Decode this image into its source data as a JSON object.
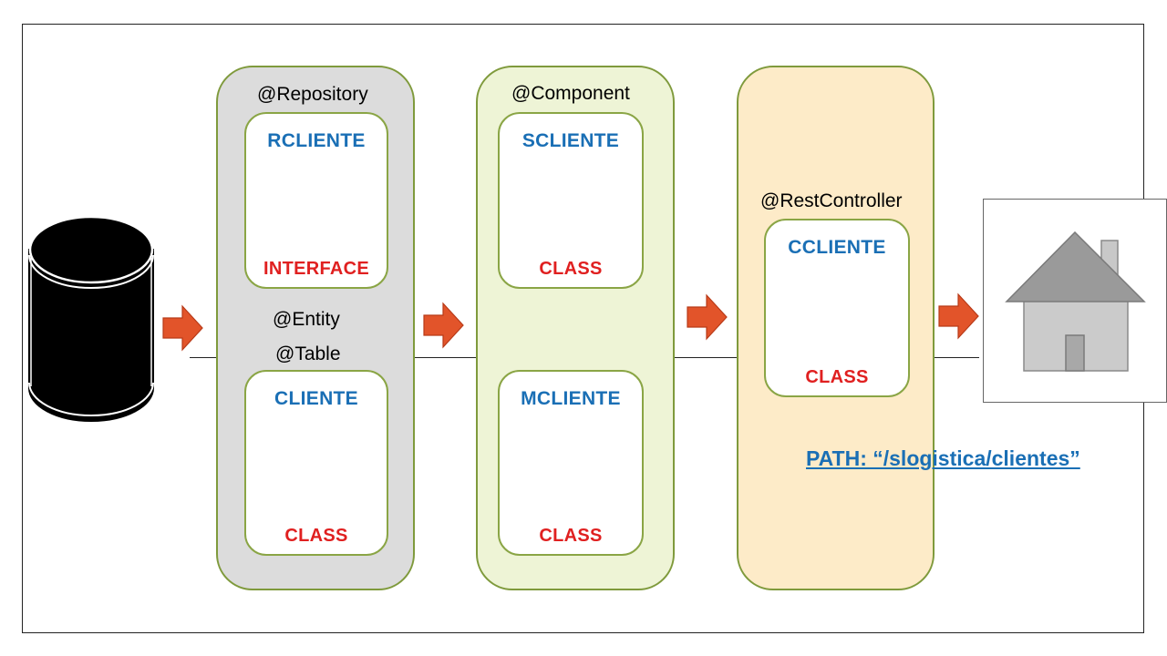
{
  "database": {
    "icon": "database-cylinder-icon"
  },
  "layers": [
    {
      "annotation": "@Repository",
      "annotation2": "@Entity",
      "annotation3": "@Table",
      "bg": "#dcdcdc",
      "cards": [
        {
          "name": "RCLIENTE",
          "type": "INTERFACE"
        },
        {
          "name": "CLIENTE",
          "type": "CLASS"
        }
      ]
    },
    {
      "annotation": "@Component",
      "bg": "#eef4d6",
      "cards": [
        {
          "name": "SCLIENTE",
          "type": "CLASS"
        },
        {
          "name": "MCLIENTE",
          "type": "CLASS"
        }
      ]
    },
    {
      "annotation": "@RestController",
      "bg": "#fdebc8",
      "cards": [
        {
          "name": "CCLIENTE",
          "type": "CLASS"
        }
      ]
    }
  ],
  "path_label": "PATH: “/slogistica/clientes”",
  "client": {
    "icon": "house-icon"
  },
  "colors": {
    "arrow": "#e2542a",
    "name": "#1a6fb5",
    "type": "#e02020",
    "border": "#7f9a3c"
  }
}
